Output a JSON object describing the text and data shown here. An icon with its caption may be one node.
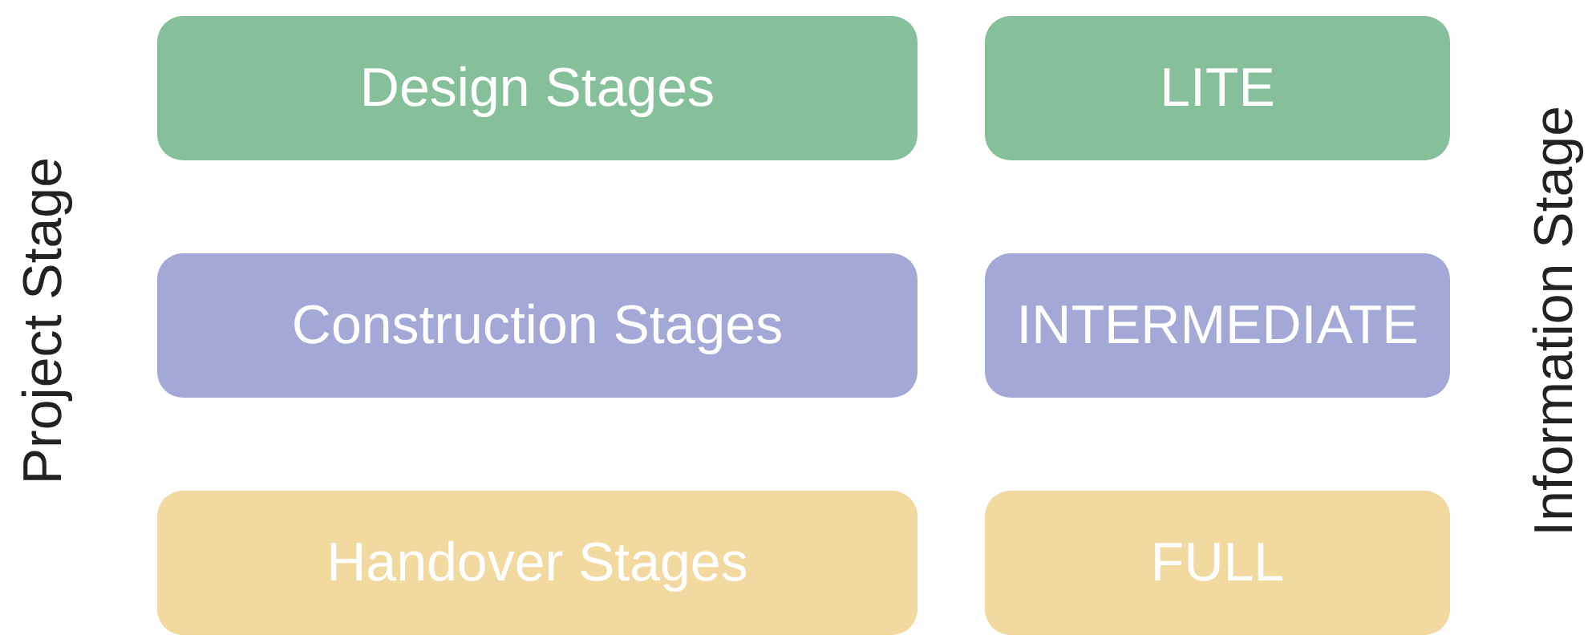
{
  "diagram": {
    "nodes": [
      {
        "text": [
          "Design Stages"
        ]
      },
      {
        "text": [
          "LITE"
        ]
      },
      {
        "text": [
          "Construction Stages"
        ]
      },
      {
        "text": [
          "INTERMEDIATE"
        ]
      },
      {
        "text": [
          "Handover Stages"
        ]
      },
      {
        "text": [
          "FULL"
        ]
      }
    ],
    "labels": [
      "Project Stage",
      "Information Stage"
    ]
  }
}
